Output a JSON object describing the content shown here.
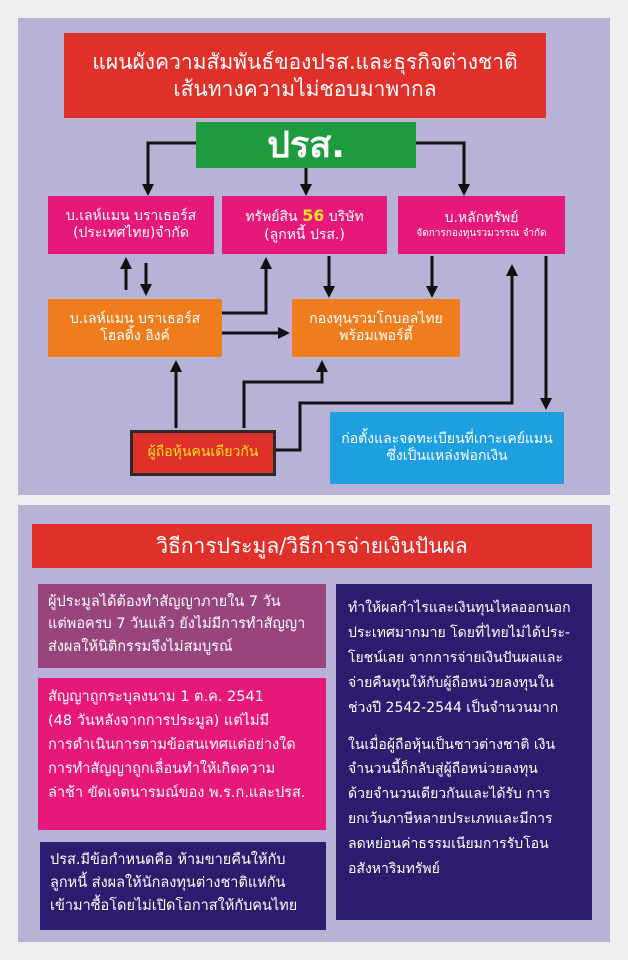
{
  "top": {
    "title_line1": "แผนผังความสัมพันธ์ของปรส.และธุรกิจต่างชาติ",
    "title_line2": "เส้นทางความไม่ชอบมาพากล",
    "center_label": "ปรส.",
    "box_lehman_thai": [
      "บ.เลห์แมน บราเธอร์ส",
      "(ประเทศไทย)จำกัด"
    ],
    "box_assets_prefix": "ทรัพย์สิน ",
    "box_assets_number": "56",
    "box_assets_suffix": " บริษัท",
    "box_assets_line2": "(ลูกหนี้ ปรส.)",
    "box_securities_line1": "บ.หลักทรัพย์",
    "box_securities_line2": "จัดการกองทุนรวมวรรณ จำกัด",
    "box_lehman_holdings": [
      "บ.เลห์แมน บราเธอร์ส",
      "โฮลดิ้ง อิงค์"
    ],
    "box_fund": [
      "กองทุนรวมโกบอลไทย",
      "พร้อมเพอร์ตี้"
    ],
    "box_shareholder": "ผู้ถือหุ้นคนเดียวกัน",
    "box_cayman": [
      "ก่อตั้งและจดทะเบียนที่เกาะเคย์แมน",
      "ซึ่งเป็นแหล่งฟอกเงิน"
    ]
  },
  "bottom": {
    "heading": "วิธีการประมูล/วิธีการจ่ายเงินปันผล",
    "box1": [
      "ผู้ประมูลได้ต้องทำสัญญาภายใน 7 วัน",
      "แต่พอครบ 7 วันแล้ว ยังไม่มีการทำสัญญา",
      "ส่งผลให้นิติกรรมจึงไม่สมบูรณ์"
    ],
    "box2": [
      "สัญญาถูกระบุลงนาม 1 ต.ค. 2541",
      "(48 วันหลังจากการประมูล) แต่ไม่มี",
      "การดำเนินการตามข้อสนเทศแต่อย่างใด",
      "การทำสัญญาถูกเลื่อนทำให้เกิดความ",
      "ล่าช้า ขัดเจตนารมณ์ของ พ.ร.ก.และปรส."
    ],
    "box3": [
      "ปรส.มีข้อกำหนดคือ ห้ามขายคืนให้กับ",
      "ลูกหนี้ ส่งผลให้นักลงทุนต่างชาติแห่กัน",
      "เข้ามาซื้อโดยไม่เปิดโอกาสให้กับคนไทย"
    ],
    "right_para1": [
      "ทำให้ผลกำไรและเงินทุนไหลออกนอก",
      "ประเทศมากมาย โดยที่ไทยไม่ได้ประ-",
      "โยชน์เลย จากการจ่ายเงินปันผลและ",
      "จ่ายคืนทุนให้กับผู้ถือหน่วยลงทุนใน",
      "ช่วงปี 2542-2544 เป็นจำนวนมาก"
    ],
    "right_para2": [
      "ในเมื่อผู้ถือหุ้นเป็นชาวต่างชาติ เงิน",
      "จำนวนนี้ก็กลับสู่ผู้ถือหน่วยลงทุน",
      "ด้วยจำนวนเดียวกันและได้รับ การ",
      "ยกเว้นภาษีหลายประเภทและมีการ",
      "ลดหย่อนค่าธรรมเนียมการรับโอน",
      "อสังหาริมทรัพย์"
    ]
  },
  "colors": {
    "panel": "#b8b2d6",
    "red": "#e0302a",
    "green": "#1e9a3f",
    "pink": "#e6197a",
    "orange": "#ef7d1e",
    "blue": "#1e9fe0",
    "mauve": "#98457e",
    "navy": "#2d1b6e",
    "yellow": "#f6e21b"
  }
}
